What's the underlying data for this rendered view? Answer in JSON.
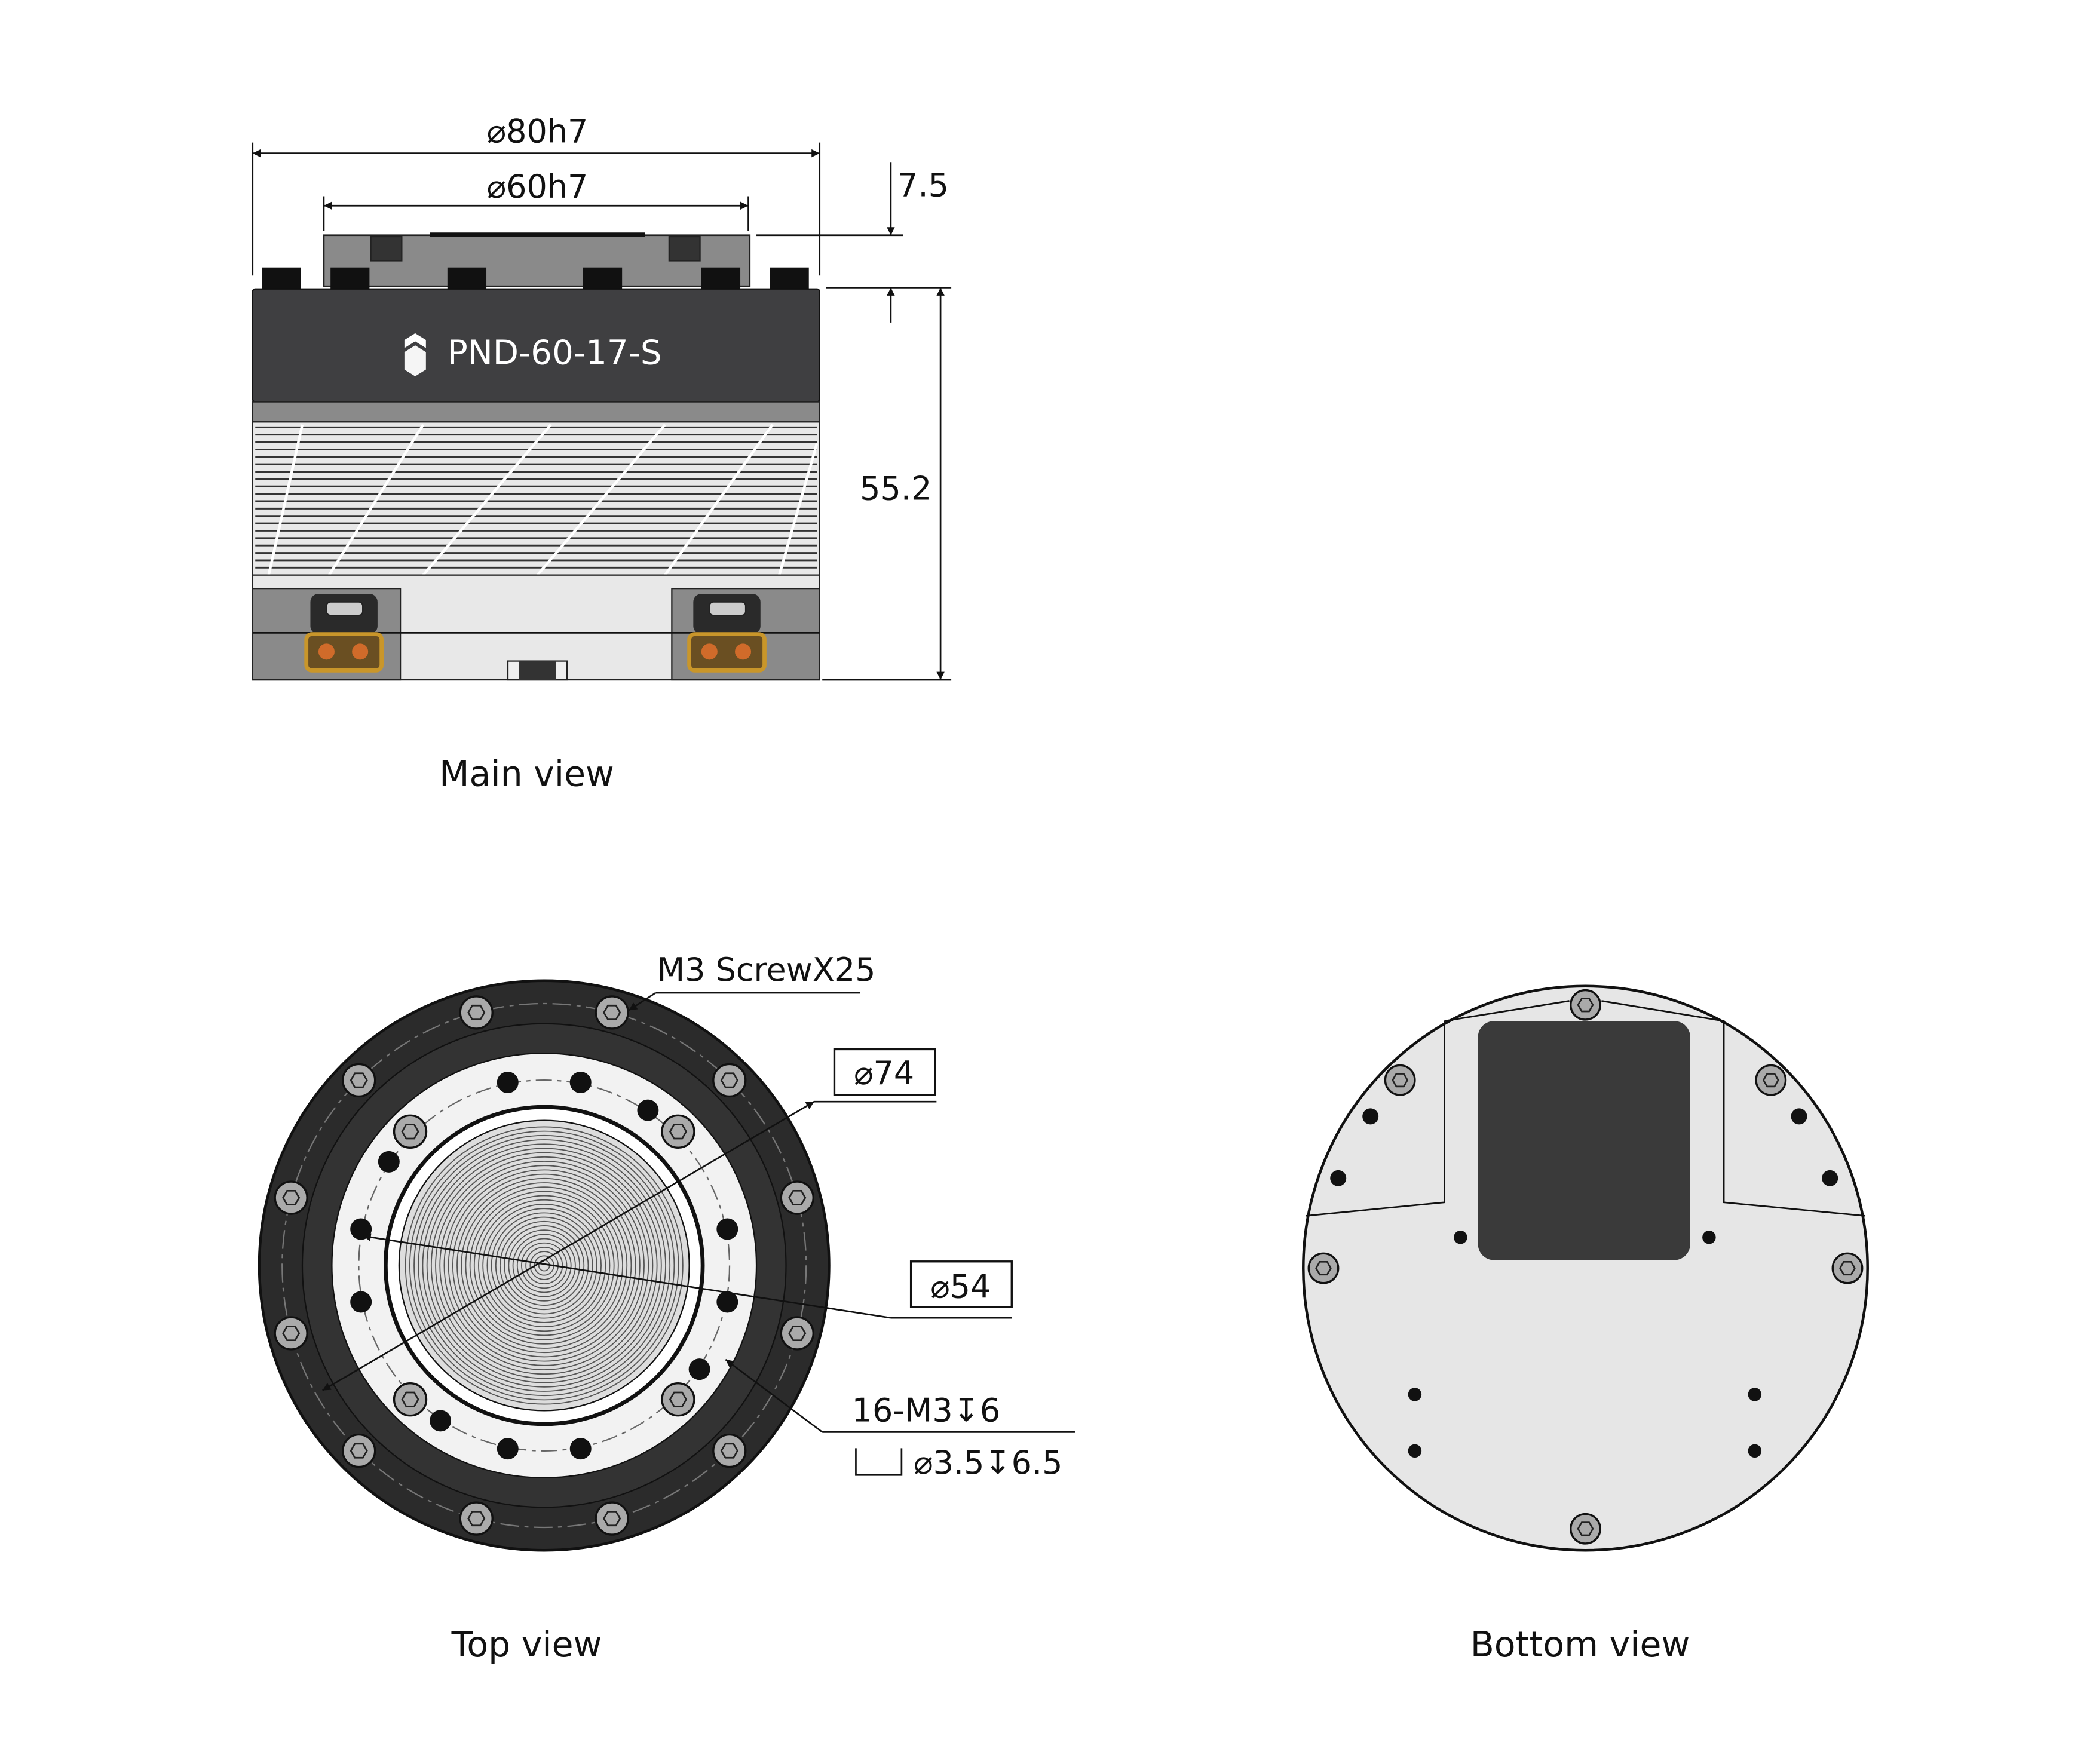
{
  "main_view": {
    "caption": "Main view",
    "model_label": "PND-60-17-S",
    "dim_outer_diameter": "⌀80h7",
    "dim_flange_diameter": "⌀60h7",
    "dim_flange_height": "7.5",
    "dim_body_height": "55.2"
  },
  "top_view": {
    "caption": "Top view",
    "screw_note": "M3 ScrewX25",
    "dim_bolt_circle": "⌀74",
    "dim_inner_circle": "⌀54",
    "hole_note_line1": "16-M3↧6",
    "hole_note_line2": "⌀3.5↧6.5"
  },
  "bottom_view": {
    "caption": "Bottom view"
  },
  "colors": {
    "dark_body": "#3f3f41",
    "mid_gray": "#8a8a8a",
    "light_gray": "#e6e6e6",
    "connector_gold": "#c9962a"
  }
}
